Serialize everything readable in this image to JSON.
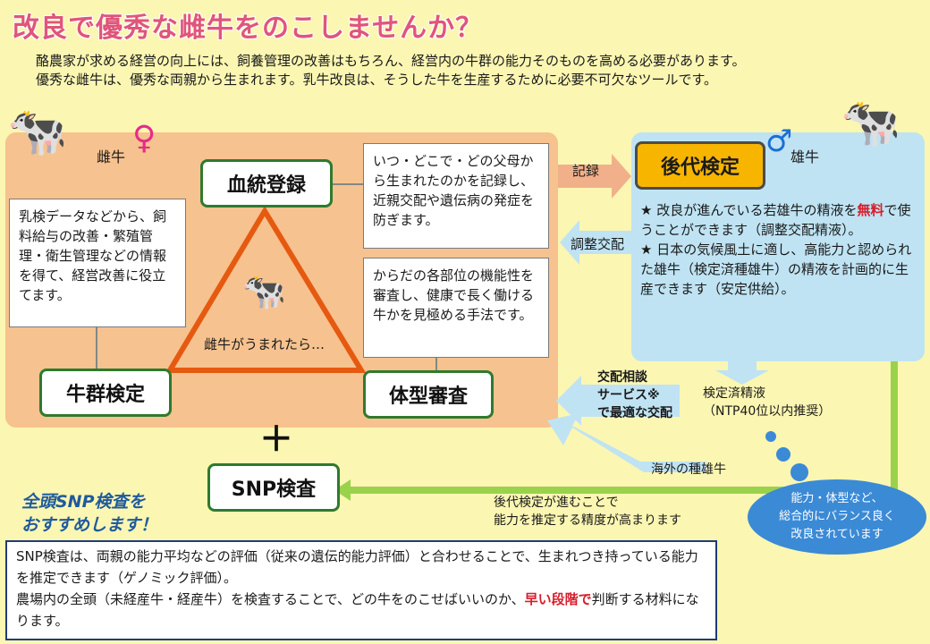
{
  "title": "改良で優秀な雌牛をのこしませんか？",
  "intro": [
    "酪農家が求める経営の向上には、飼養管理の改善はもちろん、経営内の牛群の能力そのものを高める必要があります。",
    "優秀な雌牛は、優秀な両親から生まれます。乳牛改良は、そうした牛を生産するために必要不可欠なツールです。"
  ],
  "female": {
    "symbol": "♀",
    "label": "雌牛"
  },
  "male": {
    "symbol": "♂",
    "label": "雄牛"
  },
  "boxes": {
    "ketto": "血統登録",
    "gyugun": "牛群検定",
    "taikei": "体型審査",
    "snp": "SNP検査",
    "koudai": "後代検定"
  },
  "notes": {
    "ketto": "いつ・どこで・どの父母から生まれたのかを記録し、近親交配や遺伝病の発症を防ぎます。",
    "gyugun": "乳検データなどから、飼料給与の改善・繁殖管理・衛生管理などの情報を得て、経営改善に役立てます。",
    "taikei": "からだの各部位の機能性を審査し、健康で長く働ける牛かを見極める手法です。"
  },
  "triangle_caption": "雌牛がうまれたら…",
  "arrows": {
    "kiroku": "記録",
    "chousei": "調整交配",
    "soudan": [
      "交配相談",
      "サービス※",
      "で最適な交配"
    ],
    "kentei_seieki": [
      "検定済精液",
      "（NTP40位以内推奨）"
    ],
    "kaigai": "海外の種雄牛",
    "koudai_effect": [
      "後代検定が進むことで",
      "能力を推定する精度が高まります"
    ]
  },
  "blue_panel": {
    "item1_pre": "★ 改良が進んでいる若雄牛の精液を",
    "item1_red": "無料",
    "item1_post": "で使うことができます（調整交配精液）。",
    "item2": "★ 日本の気候風土に適し、高能力と認められた雄牛（検定済種雄牛）の精液を計画的に生産できます（安定供給）。"
  },
  "plus": "＋",
  "snp_recommend": [
    "全頭SNP検査を",
    "おすすめします！"
  ],
  "snp_desc": {
    "line1": "SNP検査は、両親の能力平均などの評価（従来の遺伝的能力評価）と合わせることで、生まれつき持っている能力を推定できます（ゲノミック評価）。",
    "line2_pre": "農場内の全頭（未経産牛・経産牛）を検査することで、どの牛をのこせばいいのか、",
    "line2_red": "早い段階で",
    "line2_post": "判断する材料になります。"
  },
  "cloud": [
    "能力・体型など、",
    "総合的にバランス良く",
    "改良されています"
  ],
  "colors": {
    "green": "#2f7a2e",
    "orange_panel": "#f6c28f",
    "blue_panel": "#bfe3f3",
    "title": "#e0557a",
    "accent_red": "#d81d2b"
  }
}
